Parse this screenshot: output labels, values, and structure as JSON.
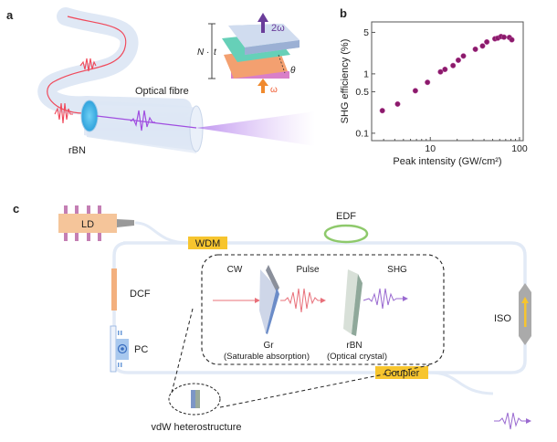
{
  "panels": {
    "a": {
      "label": "a",
      "optical_fibre_label": "Optical fibre",
      "rbn_label": "rBN",
      "stack": {
        "thickness_label_n": "N",
        "thickness_label_t": "t",
        "thickness_dot": "·",
        "output_label": "2ω",
        "input_label": "ω",
        "angle_label": "θ"
      },
      "colors": {
        "fundamental": "#f0485a",
        "shg": "#a04ee0",
        "fibre": "#dde6f4",
        "rbn": "#4ab8e8"
      }
    },
    "b": {
      "label": "b"
    },
    "c": {
      "label": "c",
      "components": {
        "ld": "LD",
        "wdm": "WDM",
        "edf": "EDF",
        "dcf": "DCF",
        "pc": "PC",
        "iso": "ISO",
        "coupler": "Coupler",
        "vdw": "vdW heterostructure"
      },
      "inset": {
        "cw": "CW",
        "pulse": "Pulse",
        "shg": "SHG",
        "gr": "Gr",
        "gr_desc": "(Saturable absorption)",
        "rbn": "rBN",
        "rbn_desc": "(Optical crystal)"
      },
      "colors": {
        "ld": "#f5c59a",
        "ld_pins": "#c47fb4",
        "wdm": "#f7c52e",
        "edf": "#8ec96b",
        "dcf": "#f3b07e",
        "pc": "#a8c8ee",
        "iso_arrow": "#f7c52e",
        "fiber": "#e2eaf6"
      }
    }
  },
  "chart_data": {
    "type": "scatter",
    "title": "",
    "xlabel": "Peak intensity (GW/cm²)",
    "ylabel": "SHG efficiency (%)",
    "xscale": "log",
    "yscale": "log",
    "xlim": [
      2.2,
      110
    ],
    "ylim": [
      0.075,
      7.5
    ],
    "xticks": [
      10,
      100
    ],
    "xtick_labels": [
      "10",
      "100"
    ],
    "yticks": [
      0.1,
      0.5,
      1,
      5
    ],
    "ytick_labels": [
      "0.1",
      "0.5",
      "1",
      "5"
    ],
    "marker_color": "#8b1a6b",
    "grid": false,
    "series": [
      {
        "name": "SHG efficiency",
        "x": [
          2.9,
          4.3,
          6.8,
          9.3,
          13,
          14.6,
          18,
          20.6,
          23.5,
          32,
          38.5,
          43,
          53,
          57,
          62,
          67,
          77,
          82
        ],
        "y": [
          0.24,
          0.31,
          0.52,
          0.72,
          1.08,
          1.19,
          1.38,
          1.7,
          2.0,
          2.6,
          2.95,
          3.45,
          3.9,
          4.0,
          4.25,
          4.15,
          4.1,
          3.75
        ]
      }
    ]
  }
}
